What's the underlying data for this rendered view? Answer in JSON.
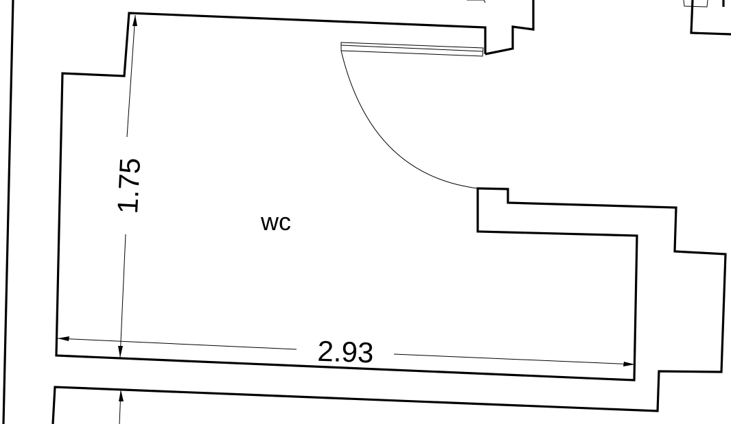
{
  "plan": {
    "room_label": "WC",
    "dimensions": {
      "height": "1.75",
      "width": "2.93"
    }
  }
}
